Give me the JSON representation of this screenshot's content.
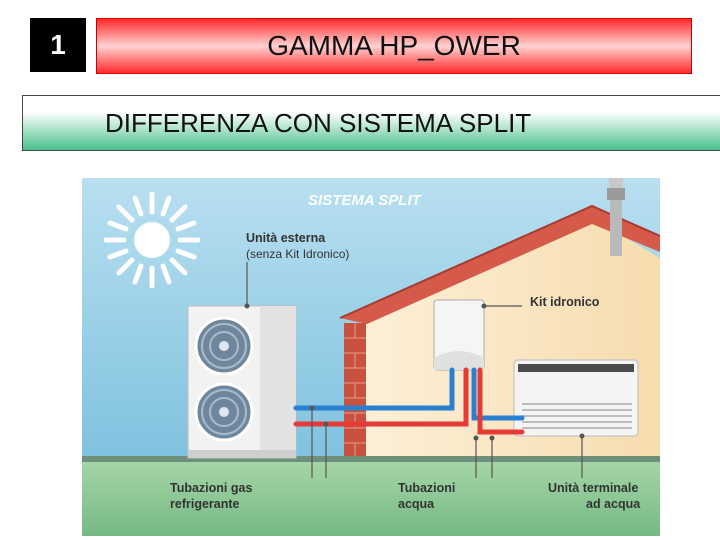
{
  "slide": {
    "number": "1",
    "title": "GAMMA HP_OWER",
    "subtitle": "DIFFERENZA CON SISTEMA SPLIT"
  },
  "illustration": {
    "heading": "SISTEMA SPLIT",
    "outdoor_unit_label_1": "Unità esterna",
    "outdoor_unit_label_2": "(senza Kit Idronico)",
    "hydronic_kit_label": "Kit idronico",
    "gas_pipes_label_1": "Tubazioni gas",
    "gas_pipes_label_2": "refrigerante",
    "water_pipes_label_1": "Tubazioni",
    "water_pipes_label_2": "acqua",
    "terminal_unit_label_1": "Unità terminale",
    "terminal_unit_label_2": "ad acqua",
    "colors": {
      "sky": "#9fd0e6",
      "ground": "#8fc79a",
      "hot_pipe": "#e53b36",
      "cold_pipe": "#2a7fd0",
      "roof": "#d65a4a"
    },
    "icons": [
      "sun-icon",
      "fan-icon",
      "chimney-icon"
    ]
  }
}
